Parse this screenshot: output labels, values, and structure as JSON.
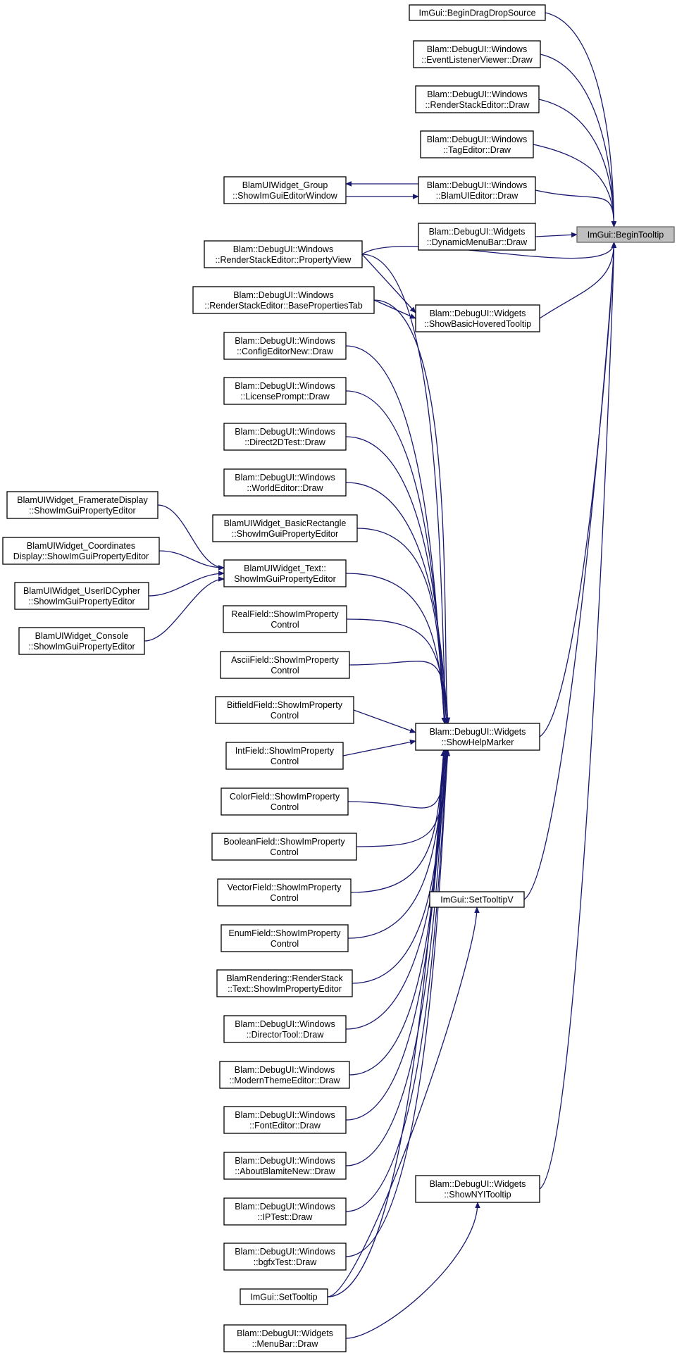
{
  "diagram": {
    "type": "call-graph",
    "colors": {
      "edge": "#191970",
      "root_fill": "#bfbfbf",
      "node_border": "#000000"
    },
    "nodes": [
      {
        "id": "root",
        "lines": [
          "ImGui::BeginTooltip"
        ]
      },
      {
        "id": "bdds",
        "lines": [
          "ImGui::BeginDragDropSource"
        ]
      },
      {
        "id": "elv",
        "lines": [
          "Blam::DebugUI::Windows",
          "::EventListenerViewer::Draw"
        ]
      },
      {
        "id": "rse",
        "lines": [
          "Blam::DebugUI::Windows",
          "::RenderStackEditor::Draw"
        ]
      },
      {
        "id": "tag",
        "lines": [
          "Blam::DebugUI::Windows",
          "::TagEditor::Draw"
        ]
      },
      {
        "id": "bui",
        "lines": [
          "Blam::DebugUI::Windows",
          "::BlamUIEditor::Draw"
        ]
      },
      {
        "id": "grp",
        "lines": [
          "BlamUIWidget_Group",
          "::ShowImGuiEditorWindow"
        ]
      },
      {
        "id": "dmb",
        "lines": [
          "Blam::DebugUI::Widgets",
          "::DynamicMenuBar::Draw"
        ]
      },
      {
        "id": "pv",
        "lines": [
          "Blam::DebugUI::Windows",
          "::RenderStackEditor::PropertyView"
        ]
      },
      {
        "id": "bpt",
        "lines": [
          "Blam::DebugUI::Windows",
          "::RenderStackEditor::BasePropertiesTab"
        ]
      },
      {
        "id": "sbht",
        "lines": [
          "Blam::DebugUI::Widgets",
          "::ShowBasicHoveredTooltip"
        ]
      },
      {
        "id": "cen",
        "lines": [
          "Blam::DebugUI::Windows",
          "::ConfigEditorNew::Draw"
        ]
      },
      {
        "id": "lp",
        "lines": [
          "Blam::DebugUI::Windows",
          "::LicensePrompt::Draw"
        ]
      },
      {
        "id": "d2d",
        "lines": [
          "Blam::DebugUI::Windows",
          "::Direct2DTest::Draw"
        ]
      },
      {
        "id": "we",
        "lines": [
          "Blam::DebugUI::Windows",
          "::WorldEditor::Draw"
        ]
      },
      {
        "id": "brect",
        "lines": [
          "BlamUIWidget_BasicRectangle",
          "::ShowImGuiPropertyEditor"
        ]
      },
      {
        "id": "fps",
        "lines": [
          "BlamUIWidget_FramerateDisplay",
          "::ShowImGuiPropertyEditor"
        ]
      },
      {
        "id": "coord",
        "lines": [
          "BlamUIWidget_Coordinates",
          "Display::ShowImGuiPropertyEditor"
        ]
      },
      {
        "id": "uidc",
        "lines": [
          "BlamUIWidget_UserIDCypher",
          "::ShowImGuiPropertyEditor"
        ]
      },
      {
        "id": "cons",
        "lines": [
          "BlamUIWidget_Console",
          "::ShowImGuiPropertyEditor"
        ]
      },
      {
        "id": "txt",
        "lines": [
          "BlamUIWidget_Text::",
          "ShowImGuiPropertyEditor"
        ]
      },
      {
        "id": "real",
        "lines": [
          "RealField::ShowImProperty",
          "Control"
        ]
      },
      {
        "id": "ascii",
        "lines": [
          "AsciiField::ShowImProperty",
          "Control"
        ]
      },
      {
        "id": "bitf",
        "lines": [
          "BitfieldField::ShowImProperty",
          "Control"
        ]
      },
      {
        "id": "intf",
        "lines": [
          "IntField::ShowImProperty",
          "Control"
        ]
      },
      {
        "id": "shm",
        "lines": [
          "Blam::DebugUI::Widgets",
          "::ShowHelpMarker"
        ]
      },
      {
        "id": "color",
        "lines": [
          "ColorField::ShowImProperty",
          "Control"
        ]
      },
      {
        "id": "bool",
        "lines": [
          "BooleanField::ShowImProperty",
          "Control"
        ]
      },
      {
        "id": "vec",
        "lines": [
          "VectorField::ShowImProperty",
          "Control"
        ]
      },
      {
        "id": "stv",
        "lines": [
          "ImGui::SetTooltipV"
        ]
      },
      {
        "id": "enumf",
        "lines": [
          "EnumField::ShowImProperty",
          "Control"
        ]
      },
      {
        "id": "rst",
        "lines": [
          "BlamRendering::RenderStack",
          "::Text::ShowImPropertyEditor"
        ]
      },
      {
        "id": "dir",
        "lines": [
          "Blam::DebugUI::Windows",
          "::DirectorTool::Draw"
        ]
      },
      {
        "id": "mte",
        "lines": [
          "Blam::DebugUI::Windows",
          "::ModernThemeEditor::Draw"
        ]
      },
      {
        "id": "fe",
        "lines": [
          "Blam::DebugUI::Windows",
          "::FontEditor::Draw"
        ]
      },
      {
        "id": "abn",
        "lines": [
          "Blam::DebugUI::Windows",
          "::AboutBlamiteNew::Draw"
        ]
      },
      {
        "id": "ipt",
        "lines": [
          "Blam::DebugUI::Windows",
          "::IPTest::Draw"
        ]
      },
      {
        "id": "snyi",
        "lines": [
          "Blam::DebugUI::Widgets",
          "::ShowNYITooltip"
        ]
      },
      {
        "id": "bgfx",
        "lines": [
          "Blam::DebugUI::Windows",
          "::bgfxTest::Draw"
        ]
      },
      {
        "id": "st",
        "lines": [
          "ImGui::SetTooltip"
        ]
      },
      {
        "id": "mb",
        "lines": [
          "Blam::DebugUI::Widgets",
          "::MenuBar::Draw"
        ]
      }
    ],
    "edges": [
      [
        "bdds",
        "root"
      ],
      [
        "elv",
        "root"
      ],
      [
        "rse",
        "root"
      ],
      [
        "tag",
        "root"
      ],
      [
        "bui",
        "root"
      ],
      [
        "dmb",
        "root"
      ],
      [
        "pv",
        "root"
      ],
      [
        "sbht",
        "root"
      ],
      [
        "shm",
        "root"
      ],
      [
        "stv",
        "root"
      ],
      [
        "snyi",
        "root"
      ],
      [
        "bui",
        "grp"
      ],
      [
        "grp",
        "bui"
      ],
      [
        "pv",
        "sbht"
      ],
      [
        "bpt",
        "sbht"
      ],
      [
        "pv",
        "shm"
      ],
      [
        "bpt",
        "shm"
      ],
      [
        "cen",
        "shm"
      ],
      [
        "lp",
        "shm"
      ],
      [
        "d2d",
        "shm"
      ],
      [
        "we",
        "shm"
      ],
      [
        "brect",
        "shm"
      ],
      [
        "txt",
        "shm"
      ],
      [
        "real",
        "shm"
      ],
      [
        "ascii",
        "shm"
      ],
      [
        "bitf",
        "shm"
      ],
      [
        "intf",
        "shm"
      ],
      [
        "color",
        "shm"
      ],
      [
        "bool",
        "shm"
      ],
      [
        "vec",
        "shm"
      ],
      [
        "enumf",
        "shm"
      ],
      [
        "rst",
        "shm"
      ],
      [
        "dir",
        "shm"
      ],
      [
        "mte",
        "shm"
      ],
      [
        "fe",
        "shm"
      ],
      [
        "abn",
        "shm"
      ],
      [
        "ipt",
        "shm"
      ],
      [
        "bgfx",
        "shm"
      ],
      [
        "st",
        "shm"
      ],
      [
        "fps",
        "txt"
      ],
      [
        "coord",
        "txt"
      ],
      [
        "uidc",
        "txt"
      ],
      [
        "cons",
        "txt"
      ],
      [
        "st",
        "stv"
      ],
      [
        "mb",
        "snyi"
      ]
    ]
  }
}
